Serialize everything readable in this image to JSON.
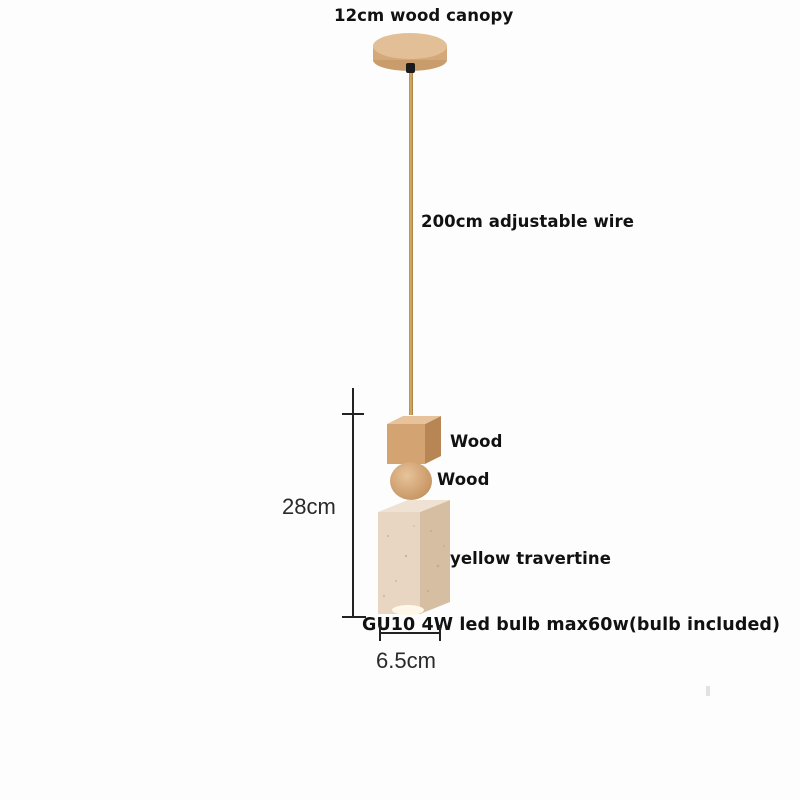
{
  "labels": {
    "canopy": "12cm wood canopy",
    "wire": "200cm adjustable wire",
    "wood_cube": "Wood",
    "wood_ball": "Wood",
    "shade": "yellow travertine",
    "bulb": "GU10 4W led bulb max60w(bulb included)"
  },
  "dimensions": {
    "height": "28cm",
    "width": "6.5cm"
  },
  "colors": {
    "wood": "#d9b38a",
    "wire": "#c49a55",
    "travertine": "#e3cfb8",
    "text": "#111111",
    "background": "#fdfdfd"
  }
}
